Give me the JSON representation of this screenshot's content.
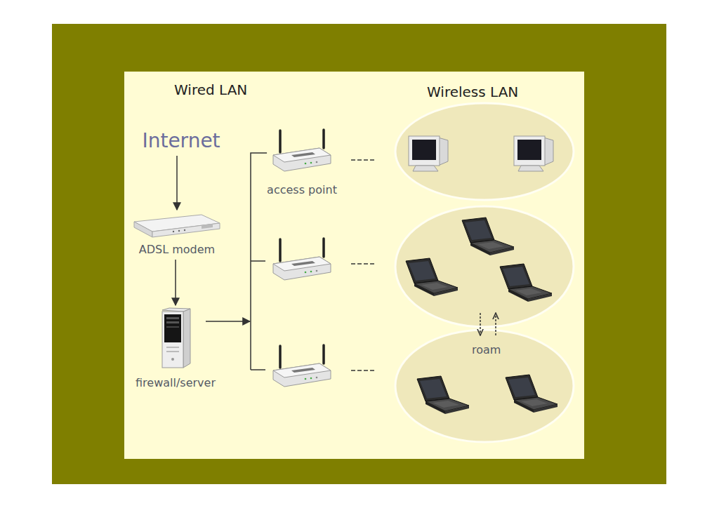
{
  "diagram": {
    "nodes": [
      {
        "text": [
          "Internet"
        ]
      },
      {
        "text": [
          "ADSL modem"
        ]
      },
      {
        "text": [
          "firewall/server"
        ]
      },
      {
        "text": [
          "access point"
        ]
      }
    ],
    "edges": [
      {
        "from": 0,
        "to": 1,
        "arrow": "to"
      },
      {
        "from": 1,
        "to": 2,
        "arrow": "to"
      },
      {
        "from": 2,
        "to": 3,
        "arrow": "to"
      }
    ],
    "labels": [
      "Wired LAN",
      "Wireless LAN",
      "roam"
    ]
  }
}
